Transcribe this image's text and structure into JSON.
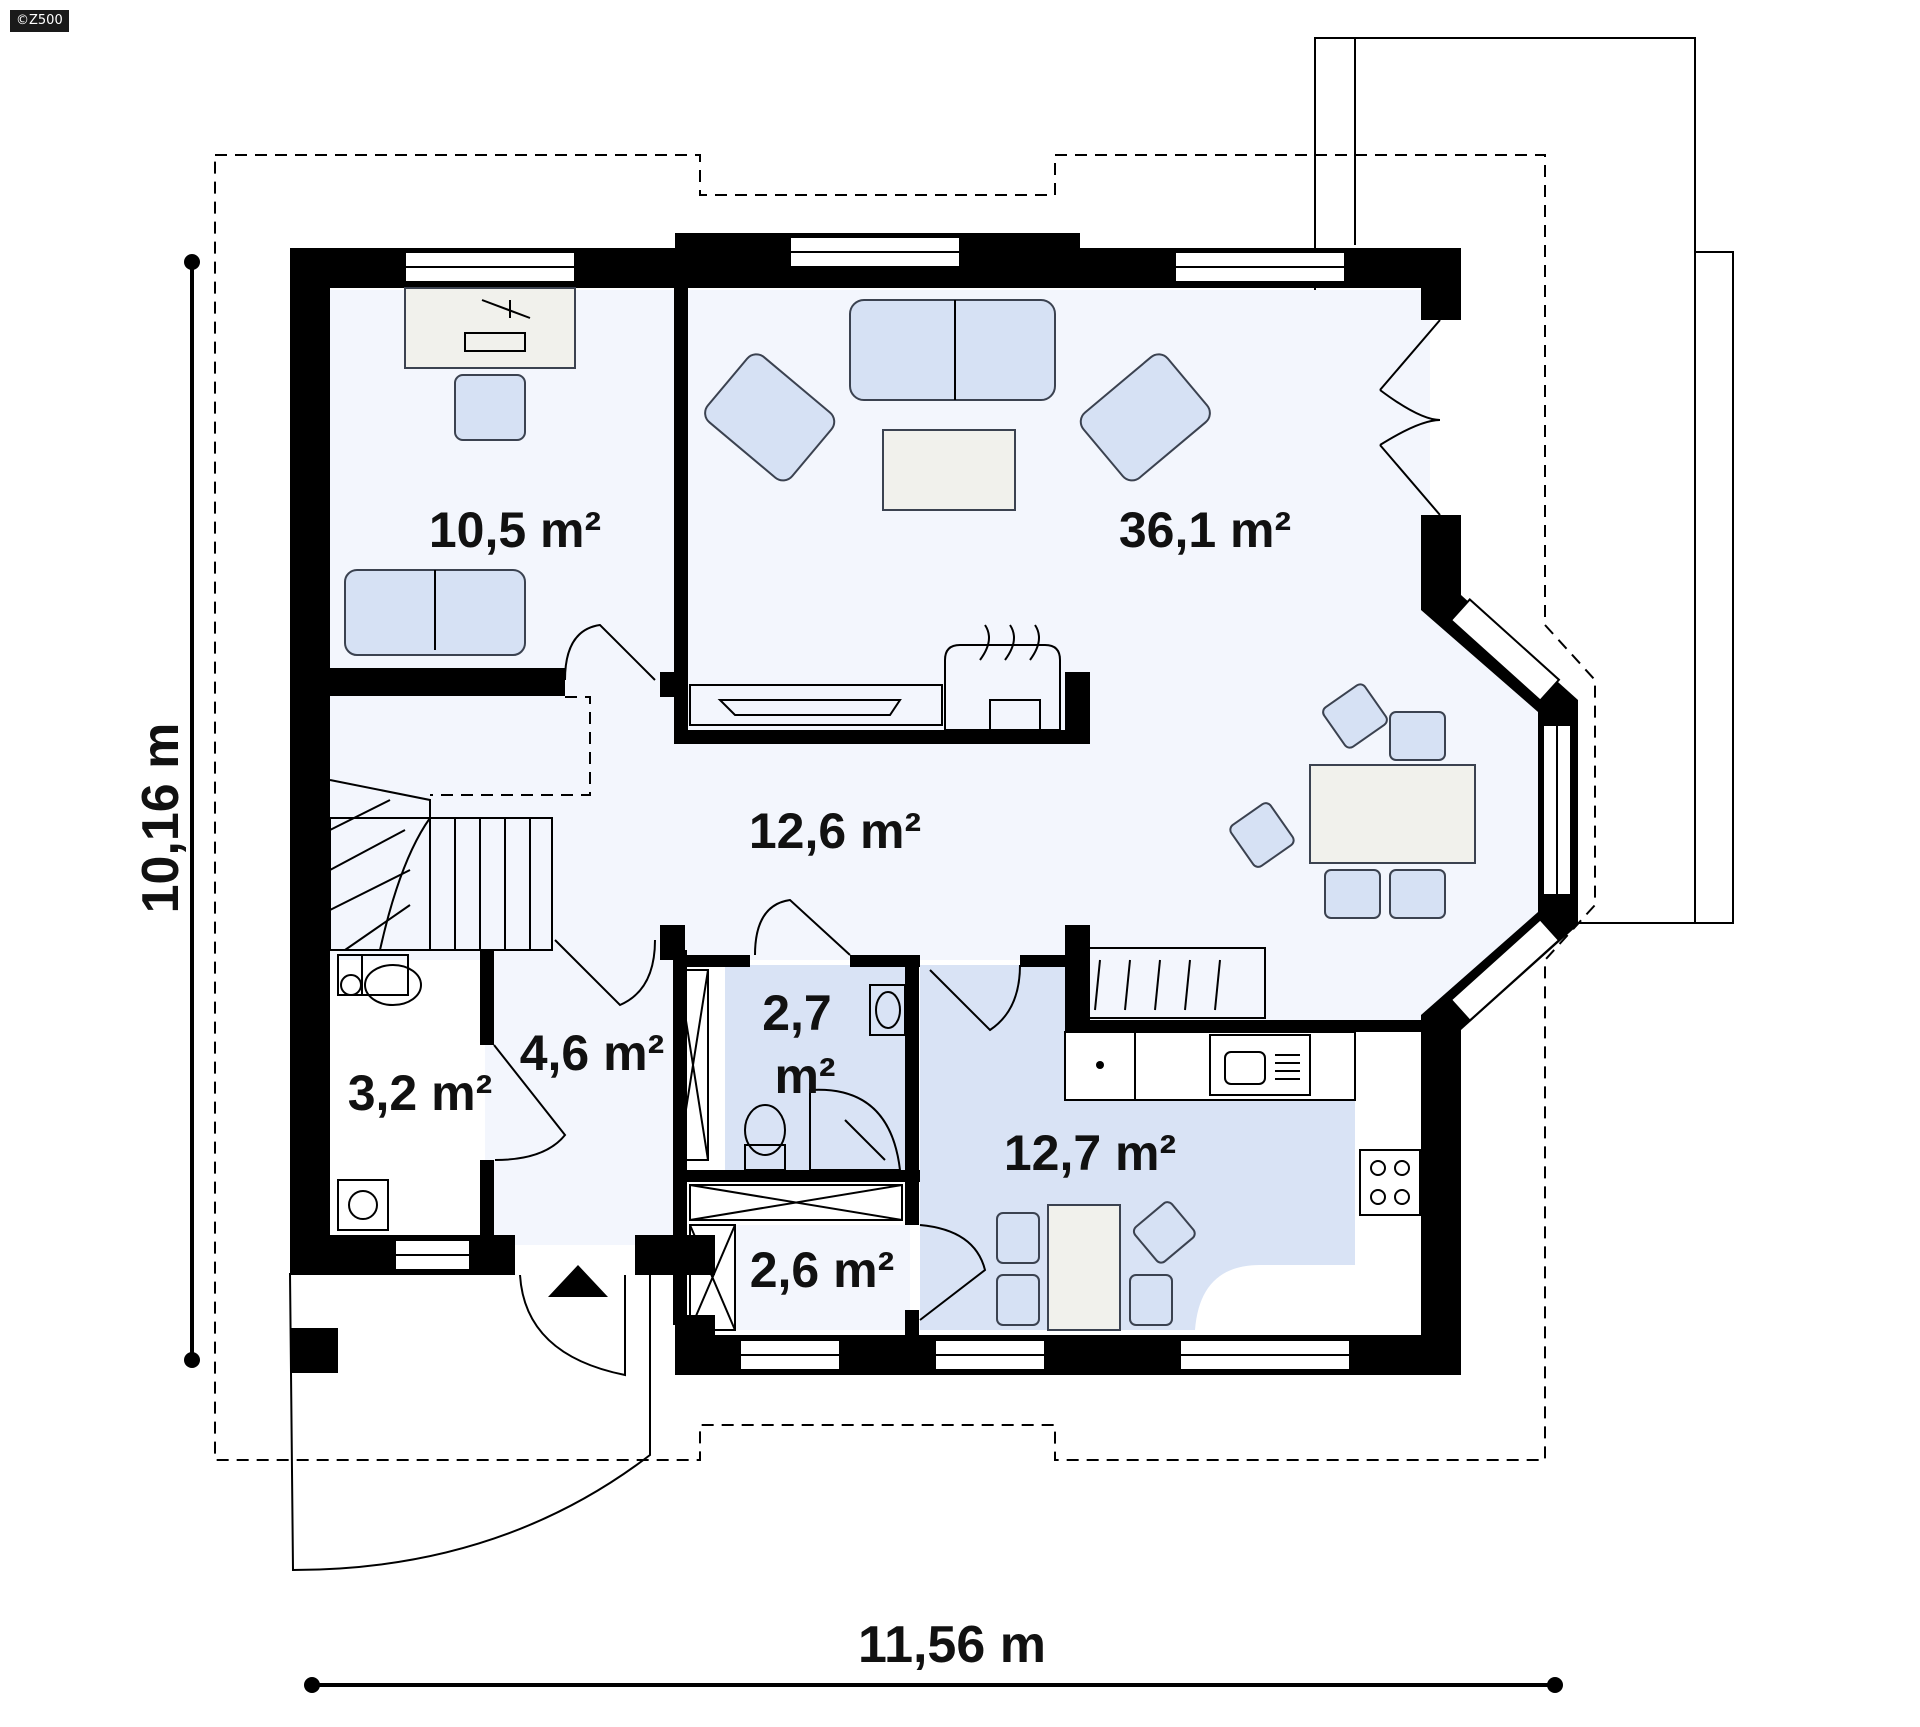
{
  "copyright": "©Z500",
  "dimensions": {
    "width_label": "11,56 m",
    "height_label": "10,16 m"
  },
  "rooms": {
    "study": {
      "area": "10,5 m²"
    },
    "living": {
      "area": "36,1 m²"
    },
    "hall": {
      "area": "12,6 m²"
    },
    "wc": {
      "area": "3,2 m²"
    },
    "vestibule": {
      "area": "4,6 m²"
    },
    "bathroom": {
      "area_line1": "2,7",
      "area_line2": "m²"
    },
    "kitchen": {
      "area": "12,7 m²"
    },
    "pantry": {
      "area": "2,6 m²"
    }
  },
  "colors": {
    "floor": "#f3f6fd",
    "floor_kitchen": "#d9e3f5",
    "wall": "#000000",
    "furniture": "#d6e1f4"
  },
  "icons": [
    "entrance-arrow-icon",
    "fireplace-icon",
    "shower-icon",
    "stove-icon",
    "sink-icon"
  ]
}
